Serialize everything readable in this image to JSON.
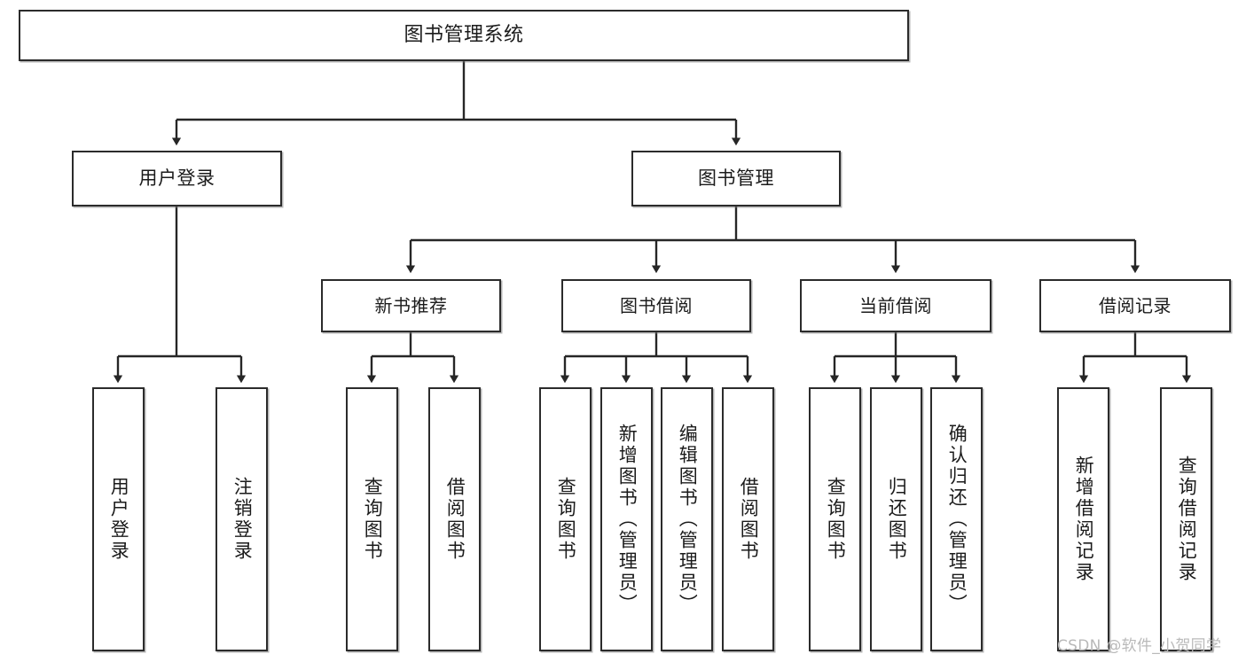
{
  "diagram": {
    "title_node": {
      "label": "图书管理系统"
    },
    "level2": [
      {
        "label": "用户登录"
      },
      {
        "label": "图书管理"
      }
    ],
    "level3": [
      {
        "label": "新书推荐"
      },
      {
        "label": "图书借阅"
      },
      {
        "label": "当前借阅"
      },
      {
        "label": "借阅记录"
      }
    ],
    "leaves": {
      "user_login": [
        {
          "label": "用户登录"
        },
        {
          "label": "注销登录"
        }
      ],
      "new_book_recommend": [
        {
          "label": "查询图书"
        },
        {
          "label": "借阅图书"
        }
      ],
      "book_borrow": [
        {
          "label": "查询图书"
        },
        {
          "label": "新增图书（管理员）"
        },
        {
          "label": "编辑图书（管理员）"
        },
        {
          "label": "借阅图书"
        }
      ],
      "current_borrow": [
        {
          "label": "查询图书"
        },
        {
          "label": "归还图书"
        },
        {
          "label": "确认归还（管理员）"
        }
      ],
      "borrow_records": [
        {
          "label": "新增借阅记录"
        },
        {
          "label": "查询借阅记录"
        }
      ]
    }
  },
  "watermark": {
    "text": "CSDN @软件_小贺同学"
  },
  "colors": {
    "box_border": "#2b2b2b",
    "background": "#ffffff",
    "text": "#1b1b1b",
    "connector": "#262626",
    "watermark": "#b9b9b9"
  }
}
